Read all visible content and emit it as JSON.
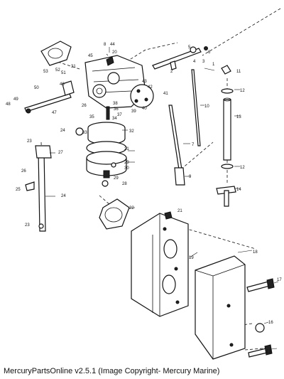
{
  "caption": "MercuryPartsOnline v2.5.1 (Image Copyright- Mercury Marine)",
  "callouts": [
    {
      "id": "c1",
      "text": "1"
    },
    {
      "id": "c2",
      "text": "2"
    },
    {
      "id": "c3",
      "text": "3"
    },
    {
      "id": "c4",
      "text": "4"
    },
    {
      "id": "c5",
      "text": "5"
    },
    {
      "id": "c6",
      "text": "6"
    },
    {
      "id": "c7",
      "text": "7"
    },
    {
      "id": "c8",
      "text": "8"
    },
    {
      "id": "c9",
      "text": "9"
    },
    {
      "id": "c10",
      "text": "10"
    },
    {
      "id": "c11",
      "text": "11"
    },
    {
      "id": "c12a",
      "text": "12"
    },
    {
      "id": "c12b",
      "text": "12"
    },
    {
      "id": "c13a",
      "text": "13"
    },
    {
      "id": "c13b",
      "text": "13"
    },
    {
      "id": "c14",
      "text": "14"
    },
    {
      "id": "c16",
      "text": "16"
    },
    {
      "id": "c17",
      "text": "17"
    },
    {
      "id": "c18",
      "text": "18"
    },
    {
      "id": "c19",
      "text": "19"
    },
    {
      "id": "c20",
      "text": "20"
    },
    {
      "id": "c21a",
      "text": "21"
    },
    {
      "id": "c21b",
      "text": "21"
    },
    {
      "id": "c22",
      "text": "22"
    },
    {
      "id": "c23a",
      "text": "23"
    },
    {
      "id": "c23b",
      "text": "23"
    },
    {
      "id": "c24a",
      "text": "24"
    },
    {
      "id": "c24b",
      "text": "24"
    },
    {
      "id": "c25",
      "text": "25"
    },
    {
      "id": "c26a",
      "text": "26"
    },
    {
      "id": "c26b",
      "text": "26"
    },
    {
      "id": "c27",
      "text": "27"
    },
    {
      "id": "c28",
      "text": "28"
    },
    {
      "id": "c29a",
      "text": "29"
    },
    {
      "id": "c29b",
      "text": "29"
    },
    {
      "id": "c30",
      "text": "30"
    },
    {
      "id": "c31",
      "text": "31"
    },
    {
      "id": "c32",
      "text": "32"
    },
    {
      "id": "c33",
      "text": "33"
    },
    {
      "id": "c34",
      "text": "34"
    },
    {
      "id": "c35",
      "text": "35"
    },
    {
      "id": "c36",
      "text": "36"
    },
    {
      "id": "c37",
      "text": "37"
    },
    {
      "id": "c38",
      "text": "38"
    },
    {
      "id": "c39",
      "text": "39"
    },
    {
      "id": "c40",
      "text": "40"
    },
    {
      "id": "c41",
      "text": "41"
    },
    {
      "id": "c42",
      "text": "42"
    },
    {
      "id": "c43",
      "text": "43"
    },
    {
      "id": "c44",
      "text": "44"
    },
    {
      "id": "c45",
      "text": "45"
    },
    {
      "id": "c46",
      "text": "46"
    },
    {
      "id": "c47",
      "text": "47"
    },
    {
      "id": "c48",
      "text": "48"
    },
    {
      "id": "c49",
      "text": "49"
    },
    {
      "id": "c50",
      "text": "50"
    },
    {
      "id": "c51",
      "text": "51"
    },
    {
      "id": "c52",
      "text": "52"
    },
    {
      "id": "c53",
      "text": "53"
    }
  ]
}
